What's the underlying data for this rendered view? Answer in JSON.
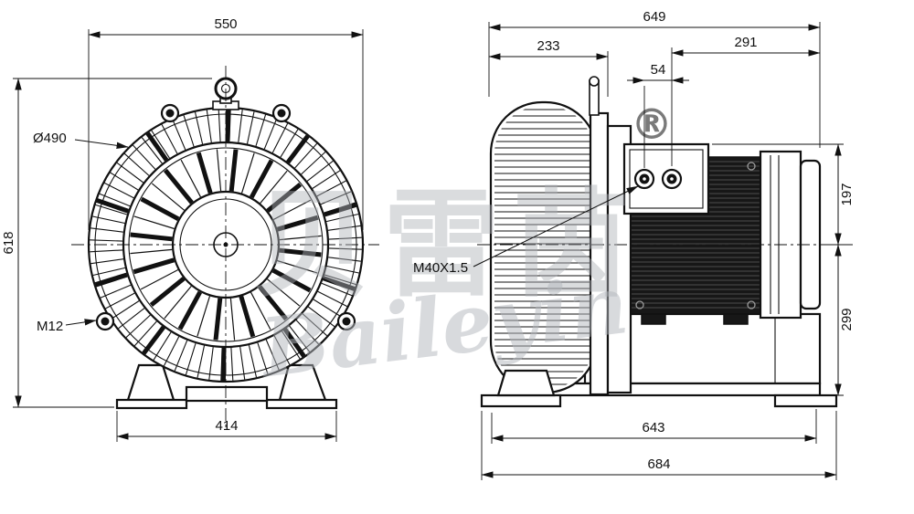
{
  "drawing": {
    "front": {
      "dim_top": "550",
      "dim_left": "618",
      "dim_bottom": "414",
      "label_dia": "Ø490",
      "label_thread": "M12"
    },
    "side": {
      "dim_overall_top": "649",
      "dim_housing_depth": "233",
      "dim_motor_length": "291",
      "dim_gland_span": "54",
      "dim_upper_right": "197",
      "dim_lower_right": "299",
      "dim_base": "643",
      "dim_overall_bottom": "684",
      "label_gland": "M40X1.5"
    },
    "watermark": {
      "cjk": "贝雷茵",
      "latin": "Baileyin",
      "registered": "®"
    }
  }
}
